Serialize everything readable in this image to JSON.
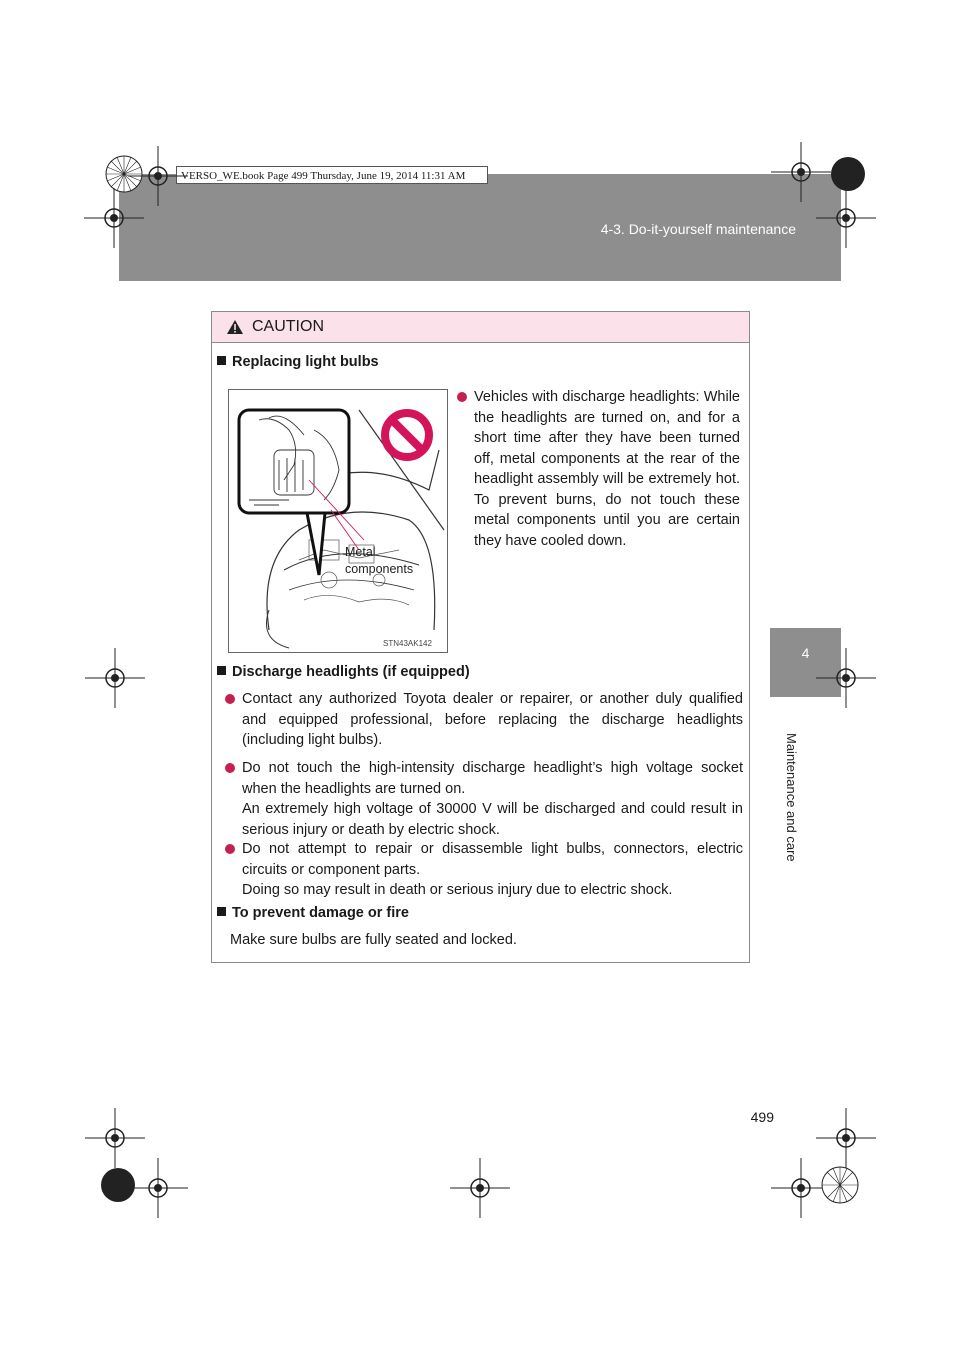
{
  "header": {
    "book_stamp": "VERSO_WE.book  Page 499  Thursday, June 19, 2014  11:31 AM",
    "section_title": "4-3. Do-it-yourself maintenance"
  },
  "side": {
    "tab_number": "4",
    "label": "Maintenance and care"
  },
  "caution": {
    "title": "CAUTION",
    "replacing": {
      "heading": "Replacing light bulbs",
      "bullet": "Vehicles with discharge headlights: While the headlights are turned on, and for a short time after they have been turned off, metal components at the rear of the headlight assembly will be extremely hot. To prevent burns, do not touch these metal components until you are certain they have cooled down.",
      "illustration": {
        "label_line1": "Metal",
        "label_line2": "components",
        "code": "STN43AK142"
      }
    },
    "discharge": {
      "heading": "Discharge headlights (if equipped)",
      "bullet1": "Contact any authorized Toyota dealer or repairer, or another duly qualified and equipped professional, before replacing the discharge headlights (including light bulbs).",
      "bullet2_line1": "Do not touch the high-intensity discharge headlight’s high voltage socket when the headlights are turned on.",
      "bullet2_line2": "An extremely high voltage of 30000 V will be discharged and could result in serious injury or death by electric shock.",
      "bullet3_line1": "Do not attempt to repair or disassemble light bulbs, connectors, electric circuits or component parts.",
      "bullet3_line2": "Doing so may result in death or serious injury due to electric shock."
    },
    "prevent": {
      "heading": "To prevent damage or fire",
      "text": "Make sure bulbs are fully seated and locked."
    }
  },
  "footer": {
    "page_number": "499"
  },
  "colors": {
    "header_band": "#8e8e8e",
    "caution_header": "#fae1ea",
    "bullet": "#c42050",
    "prohibition": "#d4145a"
  }
}
